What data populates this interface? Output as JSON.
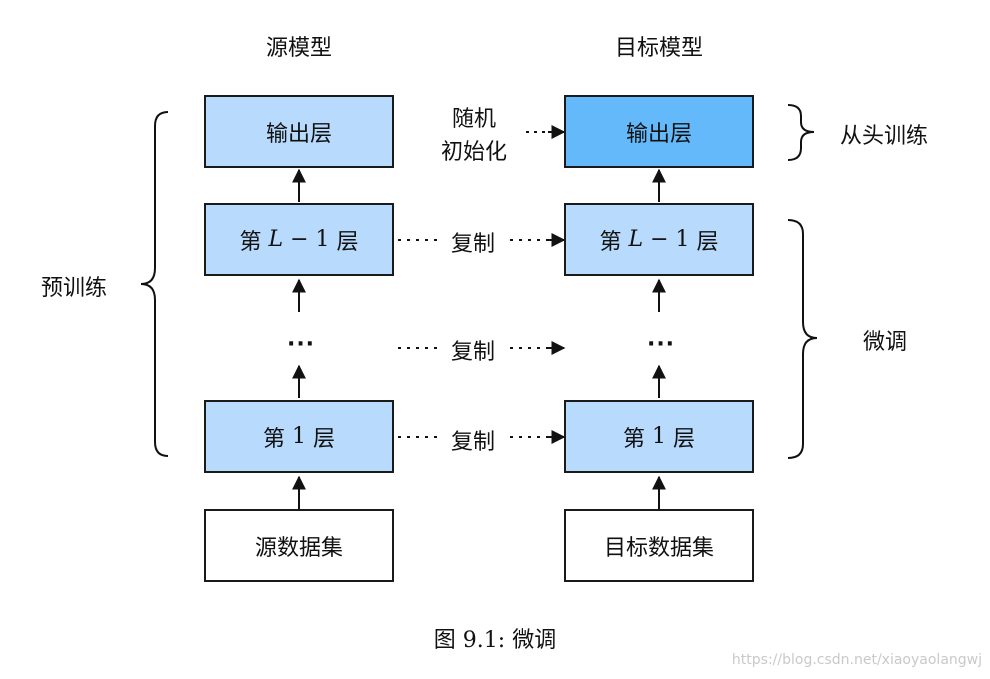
{
  "source_model": {
    "title": "源模型",
    "output_layer": "输出层",
    "layer_L1": {
      "prefix": "第",
      "var": "L",
      "minus": "−",
      "one": "1",
      "suffix": "层"
    },
    "ellipsis": "···",
    "layer_1": {
      "prefix": "第",
      "num": "1",
      "suffix": "层"
    },
    "dataset": "源数据集"
  },
  "target_model": {
    "title": "目标模型",
    "output_layer": "输出层",
    "layer_L1": {
      "prefix": "第",
      "var": "L",
      "minus": "−",
      "one": "1",
      "suffix": "层"
    },
    "ellipsis": "···",
    "layer_1": {
      "prefix": "第",
      "num": "1",
      "suffix": "层"
    },
    "dataset": "目标数据集"
  },
  "connectors": {
    "random_init_line1": "随机",
    "random_init_line2": "初始化",
    "copy_1": "复制",
    "copy_2": "复制",
    "copy_3": "复制"
  },
  "braces": {
    "pretrain": "预训练",
    "train_from_scratch": "从头训练",
    "finetune": "微调"
  },
  "caption": {
    "prefix": "图",
    "number": "9.1:",
    "text": "微调"
  },
  "watermark": "https://blog.csdn.net/xiaoyaolangwj",
  "colors": {
    "layer_fill": "#b8dafc",
    "output_new_fill": "#64b9fb",
    "border": "#1a1a1a"
  }
}
